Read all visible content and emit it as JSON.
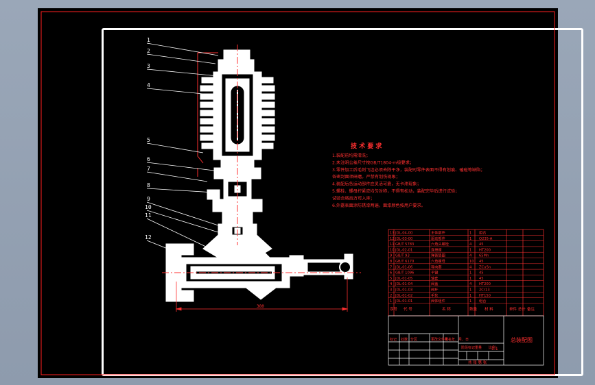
{
  "drawing": {
    "part_numbers": [
      "1",
      "2",
      "3",
      "4",
      "5",
      "6",
      "7",
      "8",
      "9",
      "10",
      "11",
      "12"
    ],
    "dimension_text": "380",
    "notes_title": "技 术 要 求",
    "notes": [
      "1.装配前均需清洗；",
      "2.未注明公差尺寸按GB/T1804-m级要求；",
      "3.零件加工后毛刺飞边必须去除干净，装配时零件表面不得有划痕、磕碰等缺陷；",
      "  各密封面须研磨，严禁有划伤现象；",
      "4.装配后各运动部件应灵活可靠，无卡滞现象；",
      "5.螺栓、螺母拧紧应均匀对称，不得有松动，装配完毕后进行试验；",
      "  试验合格后方可入库；",
      "6.外露表面涂防锈漆两遍，面漆颜色按用户要求。"
    ],
    "bom_rows": [
      [
        "13",
        "JDL-04-00",
        "主体部件",
        "1",
        "组合"
      ],
      [
        "12",
        "JDL-03-00",
        "驱动部件",
        "1",
        "Q235-A"
      ],
      [
        "11",
        "GB/T 5783",
        "六角头螺栓",
        "4",
        "45"
      ],
      [
        "10",
        "JDL-02-01",
        "连接座",
        "1",
        "HT200"
      ],
      [
        "9",
        "GB/T 93",
        "弹簧垫圈",
        "4",
        "65Mn"
      ],
      [
        "8",
        "GB/T 6170",
        "六角螺母",
        "10",
        "45"
      ],
      [
        "7",
        "JDL-01-06",
        "导向套",
        "4",
        "ZCuSn"
      ],
      [
        "6",
        "GB/T 1096",
        "平键",
        "1",
        "45"
      ],
      [
        "5",
        "JDL-01-05",
        "轴套",
        "1",
        "45"
      ],
      [
        "4",
        "JDL-01-04",
        "阀盖",
        "4",
        "HT200"
      ],
      [
        "3",
        "JDL-01-03",
        "阀杆",
        "1",
        "2Cr13"
      ],
      [
        "2",
        "JDL-01-02",
        "手轮",
        "1",
        "HT150"
      ],
      [
        "1",
        "JDL-01-01",
        "阀体组件",
        "1",
        "组合"
      ]
    ],
    "bom_header": [
      "序号",
      "代 号",
      "名 称",
      "数量",
      "材 料",
      "单件 总计",
      "备注"
    ],
    "title_block": {
      "drawing_name": "总装配图",
      "scale": "1:1",
      "sheet": "共 张 第 张",
      "labels": [
        "标记",
        "处数",
        "分区",
        "更改文件号",
        "签名",
        "年、月、日"
      ],
      "stage_labels": [
        "阶段标记",
        "重量",
        "比例"
      ]
    }
  }
}
